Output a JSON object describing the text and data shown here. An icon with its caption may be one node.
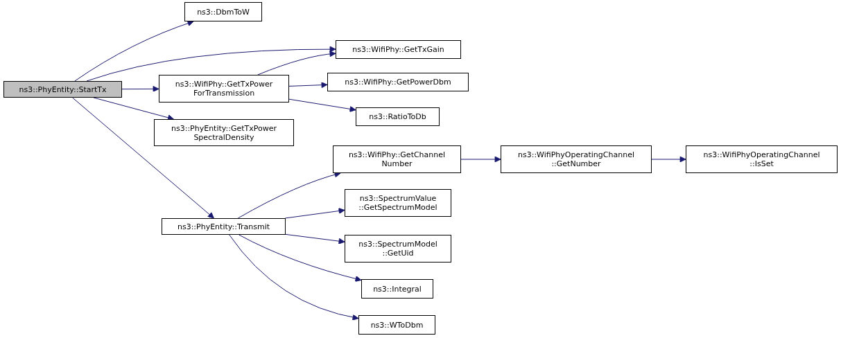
{
  "diagram": {
    "nodes": [
      {
        "text": [
          "ns3::PhyEntity::StartTx"
        ]
      },
      {
        "text": [
          "ns3::DbmToW"
        ]
      },
      {
        "text": [
          "ns3::WifiPhy::GetTxGain"
        ]
      },
      {
        "text": [
          "ns3::WifiPhy::GetTxPower ForTransmission"
        ]
      },
      {
        "text": [
          "ns3::WifiPhy::GetPowerDbm"
        ]
      },
      {
        "text": [
          "ns3::RatioToDb"
        ]
      },
      {
        "text": [
          "ns3::PhyEntity::GetTxPower SpectralDensity"
        ]
      },
      {
        "text": [
          "ns3::PhyEntity::Transmit"
        ]
      },
      {
        "text": [
          "ns3::WifiPhy::GetChannel Number"
        ]
      },
      {
        "text": [
          "ns3::WifiPhyOperatingChannel ::GetNumber"
        ]
      },
      {
        "text": [
          "ns3::WifiPhyOperatingChannel ::IsSet"
        ]
      },
      {
        "text": [
          "ns3::SpectrumValue ::GetSpectrumModel"
        ]
      },
      {
        "text": [
          "ns3::SpectrumModel ::GetUid"
        ]
      },
      {
        "text": [
          "ns3::Integral"
        ]
      },
      {
        "text": [
          "ns3::WToDbm"
        ]
      }
    ],
    "edges": [
      {
        "from": 0,
        "to": 1,
        "arrow": "to"
      },
      {
        "from": 0,
        "to": 2,
        "arrow": "to"
      },
      {
        "from": 0,
        "to": 3,
        "arrow": "to"
      },
      {
        "from": 0,
        "to": 6,
        "arrow": "to"
      },
      {
        "from": 0,
        "to": 7,
        "arrow": "to"
      },
      {
        "from": 3,
        "to": 2,
        "arrow": "to"
      },
      {
        "from": 3,
        "to": 4,
        "arrow": "to"
      },
      {
        "from": 3,
        "to": 5,
        "arrow": "to"
      },
      {
        "from": 7,
        "to": 8,
        "arrow": "to"
      },
      {
        "from": 7,
        "to": 11,
        "arrow": "to"
      },
      {
        "from": 7,
        "to": 12,
        "arrow": "to"
      },
      {
        "from": 7,
        "to": 13,
        "arrow": "to"
      },
      {
        "from": 7,
        "to": 14,
        "arrow": "to"
      },
      {
        "from": 8,
        "to": 9,
        "arrow": "to"
      },
      {
        "from": 9,
        "to": 10,
        "arrow": "to"
      }
    ]
  }
}
